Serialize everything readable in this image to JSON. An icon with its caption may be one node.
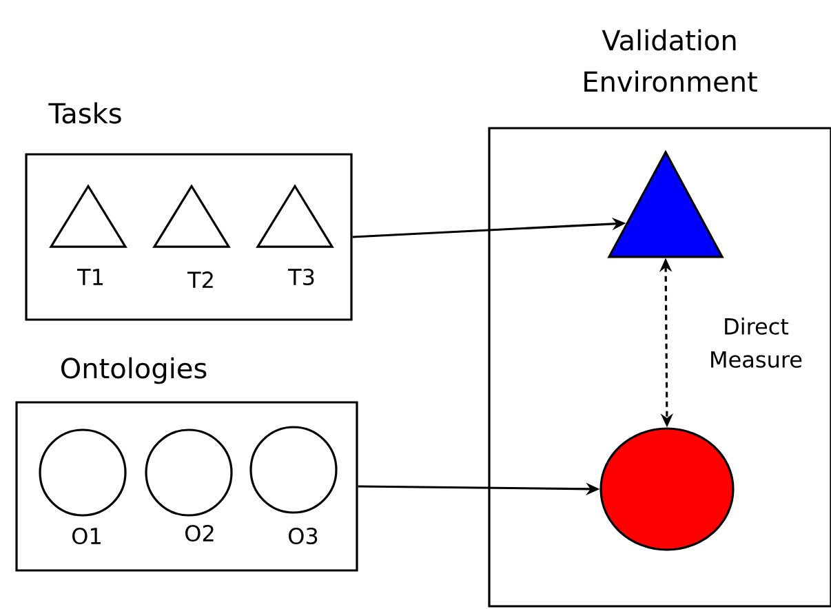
{
  "diagram": {
    "nodes": [
      {
        "text": [
          "Tasks"
        ]
      },
      {
        "text": [
          "T1"
        ],
        "in": 0
      },
      {
        "text": [
          "T2"
        ],
        "in": 0
      },
      {
        "text": [
          "T3"
        ],
        "in": 0
      },
      {
        "text": [
          "Ontologies"
        ]
      },
      {
        "text": [
          "O1"
        ],
        "in": 4
      },
      {
        "text": [
          "O2"
        ],
        "in": 4
      },
      {
        "text": [
          "O3"
        ],
        "in": 4
      },
      {
        "text": [
          "Validation Environment"
        ]
      },
      {
        "text": [],
        "shape": "triangle",
        "in": 8
      },
      {
        "text": [],
        "shape": "circle",
        "in": 8
      }
    ],
    "edges": [
      {
        "from": 0,
        "to": 9,
        "arrow": "to"
      },
      {
        "from": 4,
        "to": 10,
        "arrow": "to"
      },
      {
        "from": 9,
        "to": 10,
        "arrow": "both",
        "style": "dashed",
        "label": "Direct Measure"
      }
    ]
  }
}
